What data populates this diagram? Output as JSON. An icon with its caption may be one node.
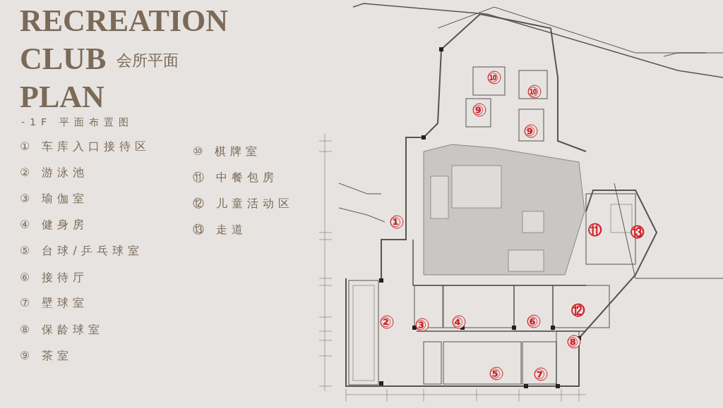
{
  "diagram": {
    "labels": [
      "RECREATION",
      "CLUB",
      "会所平面",
      "PLAN",
      "-1F 平面布置图",
      "① 车库入口接待区",
      "② 游泳池",
      "③ 瑜伽室",
      "④ 健身房",
      "⑤ 台球/乒乓球室",
      "⑥ 接待厅",
      "⑦ 壁球室",
      "⑧ 保龄球室",
      "⑨ 茶室",
      "⑩ 棋牌室",
      "⑪ 中餐包房",
      "⑫ 儿童活动区",
      "⑬ 走道",
      "⑩",
      "⑩",
      "⑨",
      "⑨",
      "①",
      "⑪",
      "⑬",
      "⑫",
      "②",
      "③",
      "④",
      "⑥",
      "⑧",
      "⑤",
      "⑦"
    ]
  }
}
